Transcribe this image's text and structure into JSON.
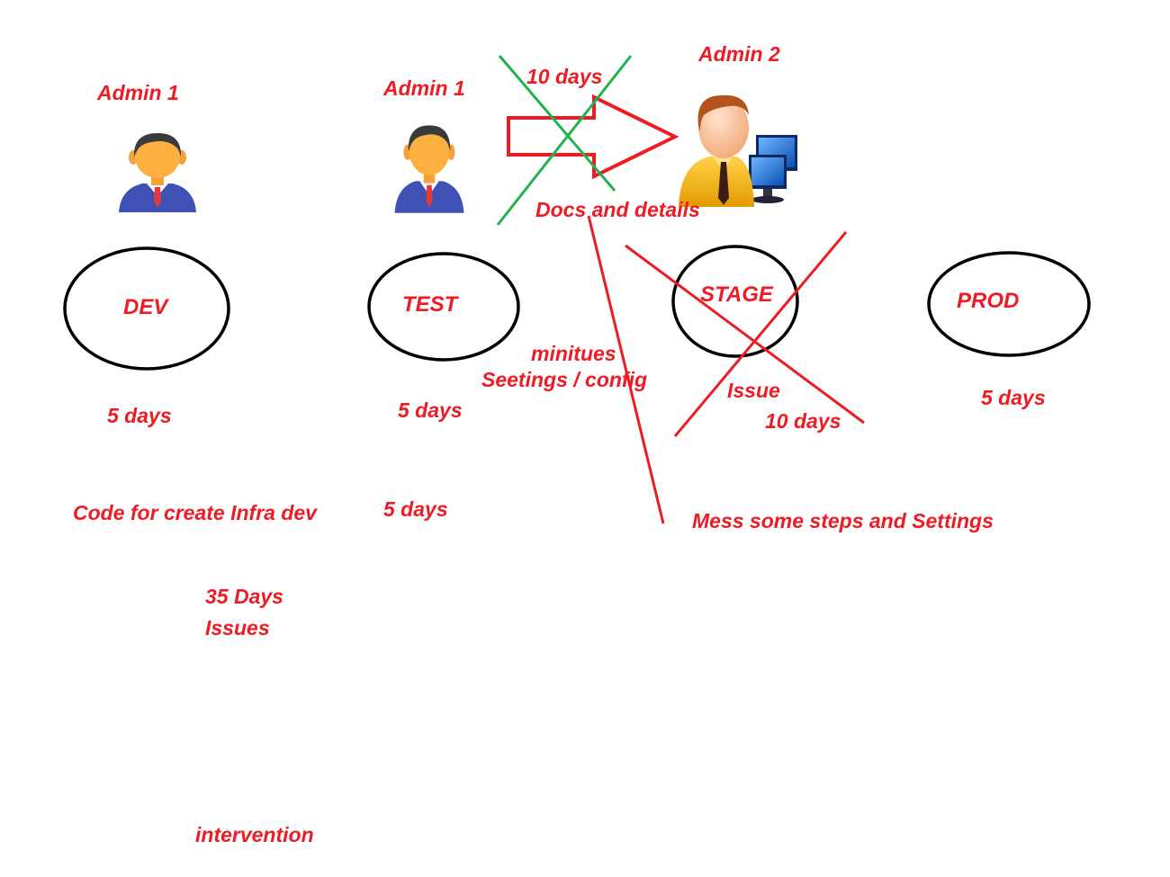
{
  "colors": {
    "annotation": "#ed1c24",
    "strike_green": "#22b14c",
    "ellipse_stroke": "#000000",
    "background": "#ffffff"
  },
  "environments": [
    {
      "name": "DEV",
      "admin": "Admin 1",
      "duration": "5 days",
      "admin_icon": "admin-user-icon"
    },
    {
      "name": "TEST",
      "admin": "Admin 1",
      "duration": "5 days",
      "admin_icon": "admin-user-icon"
    },
    {
      "name": "STAGE",
      "admin": "Admin 2",
      "duration": "10 days",
      "admin_icon": "admin-computer-user-icon",
      "crossed_out": true
    },
    {
      "name": "PROD",
      "admin": "",
      "duration": "5 days"
    }
  ],
  "handoff": {
    "time_label": "10 days",
    "docs_label": "Docs and details",
    "crossed_out": true
  },
  "notes": {
    "minutes": "minitues",
    "settings_config": "Seetings / config",
    "issue": "Issue",
    "extra_test_days": "5 days",
    "code_infra": "Code for create Infra dev",
    "total_days": "35 Days",
    "issues": "Issues",
    "mess_steps": "Mess some steps and Settings",
    "intervention": "intervention"
  }
}
